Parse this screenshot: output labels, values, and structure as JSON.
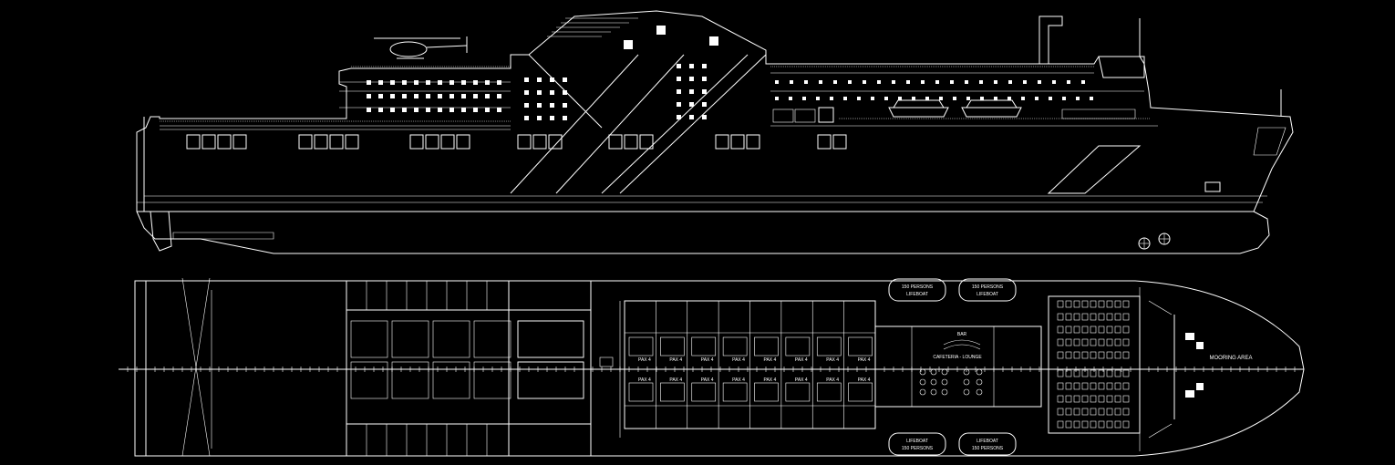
{
  "colors": {
    "background": "#000000",
    "line": "#ffffff"
  },
  "plan_labels": {
    "lifeboat_top_left": [
      "150 PERSONS",
      "LIFEBOAT"
    ],
    "lifeboat_top_right": [
      "150 PERSONS",
      "LIFEBOAT"
    ],
    "lifeboat_bottom_left": [
      "LIFEBOAT",
      "150 PERSONS"
    ],
    "lifeboat_bottom_right": [
      "LIFEBOAT",
      "150 PERSONS"
    ],
    "bar": "BAR",
    "cafeteria": "CAFETERIA - LOUNGE",
    "mooring": "MOORING AREA",
    "pax": "PAX 4"
  },
  "cabin_columns": 8,
  "icons": [
    "helicopter-icon",
    "lifeboat-icon",
    "anchor-icon"
  ]
}
